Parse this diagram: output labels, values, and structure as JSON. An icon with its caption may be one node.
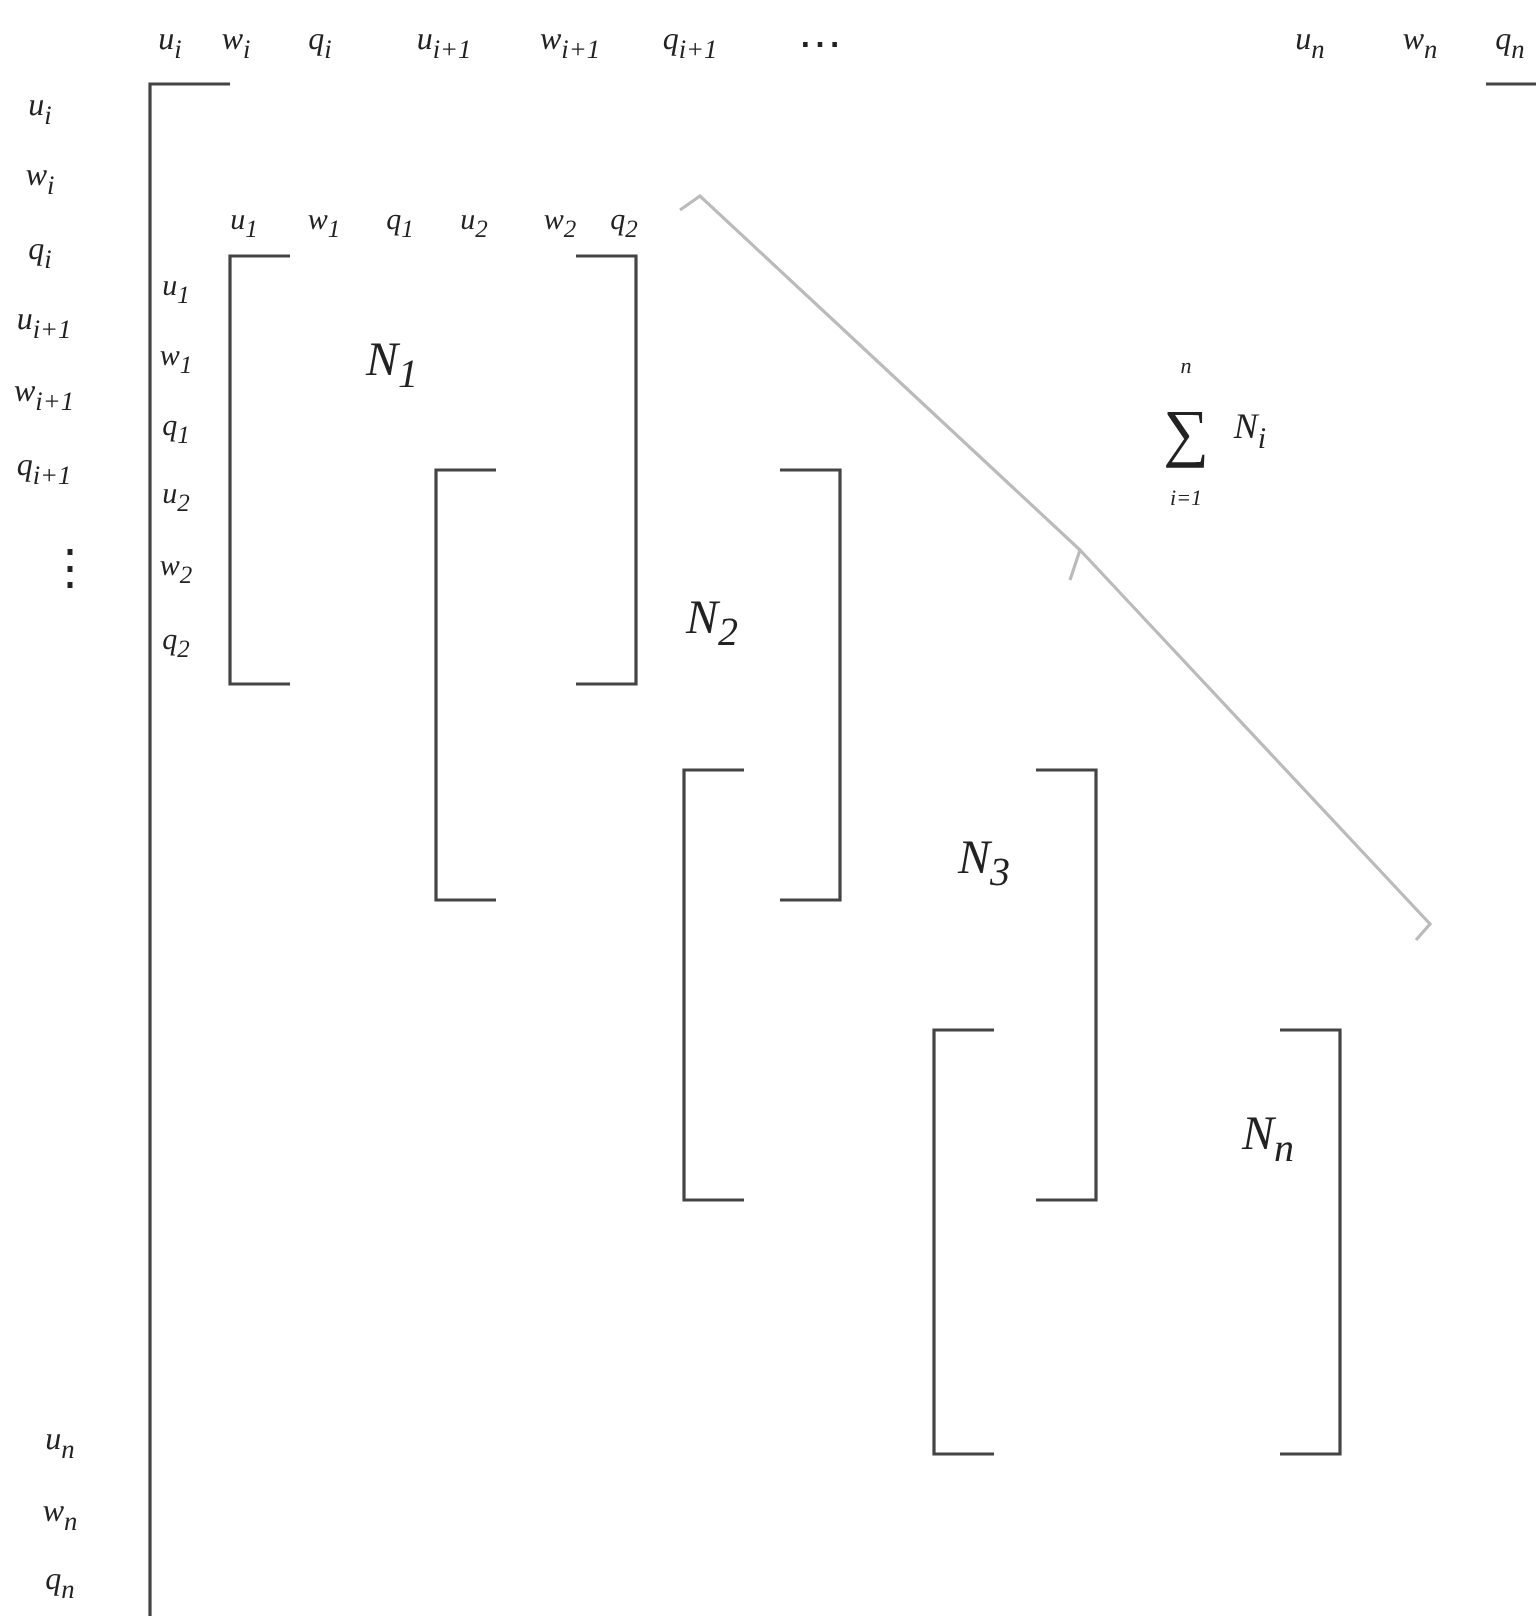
{
  "diagram": {
    "labels": [
      "u$_{i}$",
      "w$_{i}$",
      "q$_{i}$",
      "u$_{i+1}$",
      "w$_{i+1}$",
      "q$_{i+1}$",
      "⋯",
      "u$_{n}$",
      "w$_{n}$",
      "q$_{n}$",
      "u$_{i}$",
      "w$_{i}$",
      "q$_{i}$",
      "u$_{i+1}$",
      "w$_{i+1}$",
      "q$_{i+1}$",
      "⋮",
      "u$_{n}$",
      "w$_{n}$",
      "q$_{n}$",
      "u$_{1}$",
      "w$_{1}$",
      "q$_{1}$",
      "u$_{2}$",
      "w$_{2}$",
      "q$_{2}$",
      "u$_{1}$",
      "w$_{1}$",
      "q$_{1}$",
      "u$_{2}$",
      "w$_{2}$",
      "q$_{2}$",
      "N$_{1}$",
      "n",
      "∑",
      "i=1",
      "N$_{i}$",
      "N$_{2}$",
      "N$_{3}$",
      "N$_{n}$"
    ]
  }
}
